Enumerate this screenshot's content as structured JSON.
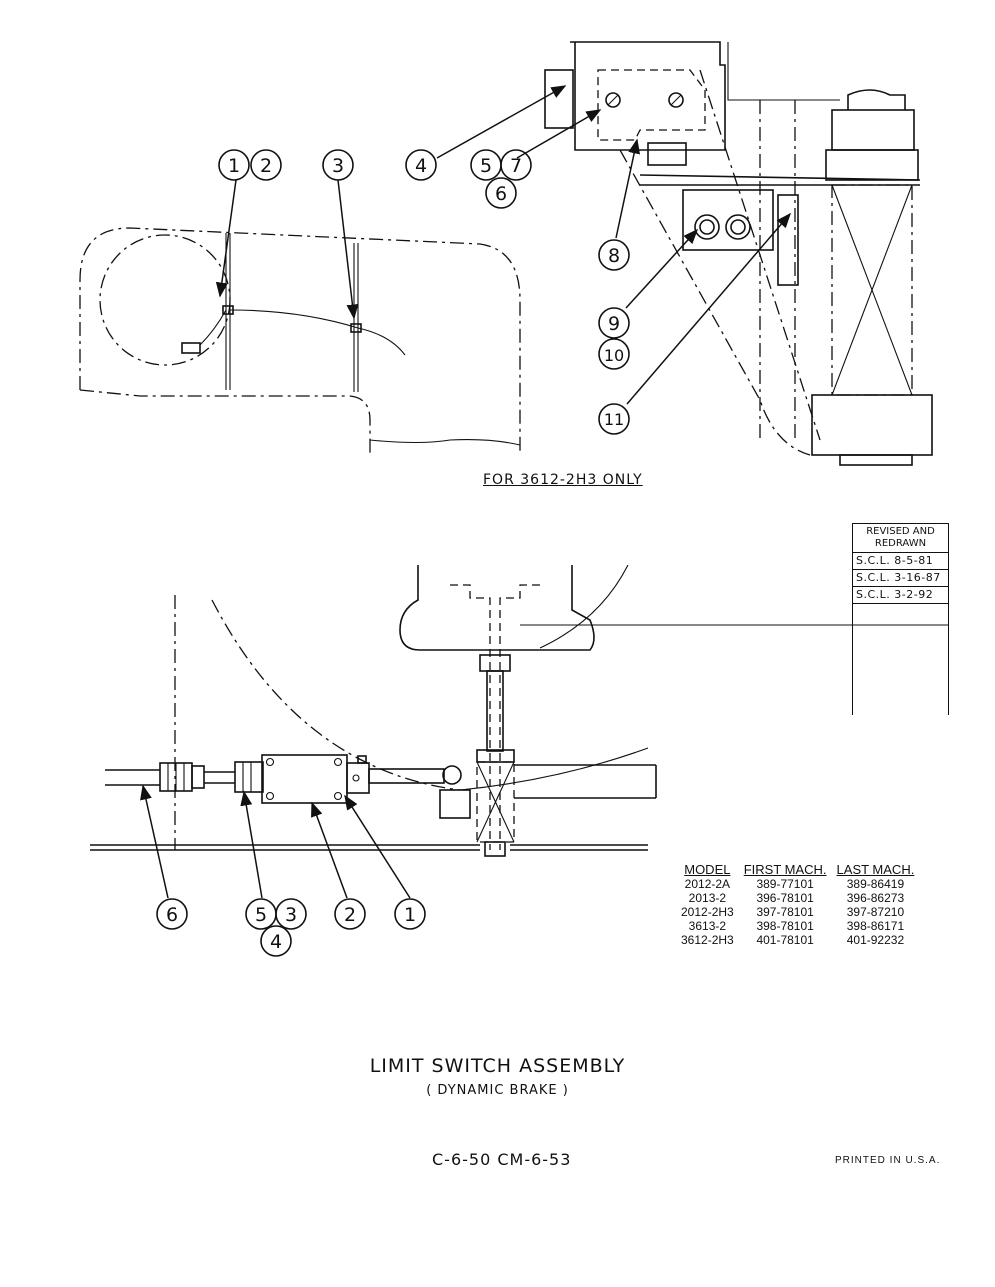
{
  "callouts": {
    "top_1": "1",
    "top_2": "2",
    "top_3": "3",
    "top_4": "4",
    "top_5": "5",
    "top_7": "7",
    "top_6": "6",
    "top_8": "8",
    "top_9": "9",
    "top_10": "10",
    "top_11": "11",
    "bot_6": "6",
    "bot_5": "5",
    "bot_3": "3",
    "bot_4": "4",
    "bot_2": "2",
    "bot_1": "1"
  },
  "note_for": "FOR 3612-2H3 ONLY",
  "revisions": {
    "header": "REVISED AND REDRAWN",
    "rows": [
      "S.C.L. 8-5-81",
      "S.C.L. 3-16-87",
      "S.C.L. 3-2-92"
    ]
  },
  "models": {
    "headers": [
      "MODEL",
      "FIRST MACH.",
      "LAST MACH."
    ],
    "rows": [
      [
        "2012-2A",
        "389-77101",
        "389-86419"
      ],
      [
        "2013-2",
        "396-78101",
        "396-86273"
      ],
      [
        "2012-2H3",
        "397-78101",
        "397-87210"
      ],
      [
        "3613-2",
        "398-78101",
        "398-86171"
      ],
      [
        "3612-2H3",
        "401-78101",
        "401-92232"
      ]
    ]
  },
  "title": "LIMIT SWITCH ASSEMBLY",
  "subtitle": "( DYNAMIC BRAKE )",
  "doc_number": "C-6-50 CM-6-53",
  "printed": "PRINTED IN U.S.A."
}
